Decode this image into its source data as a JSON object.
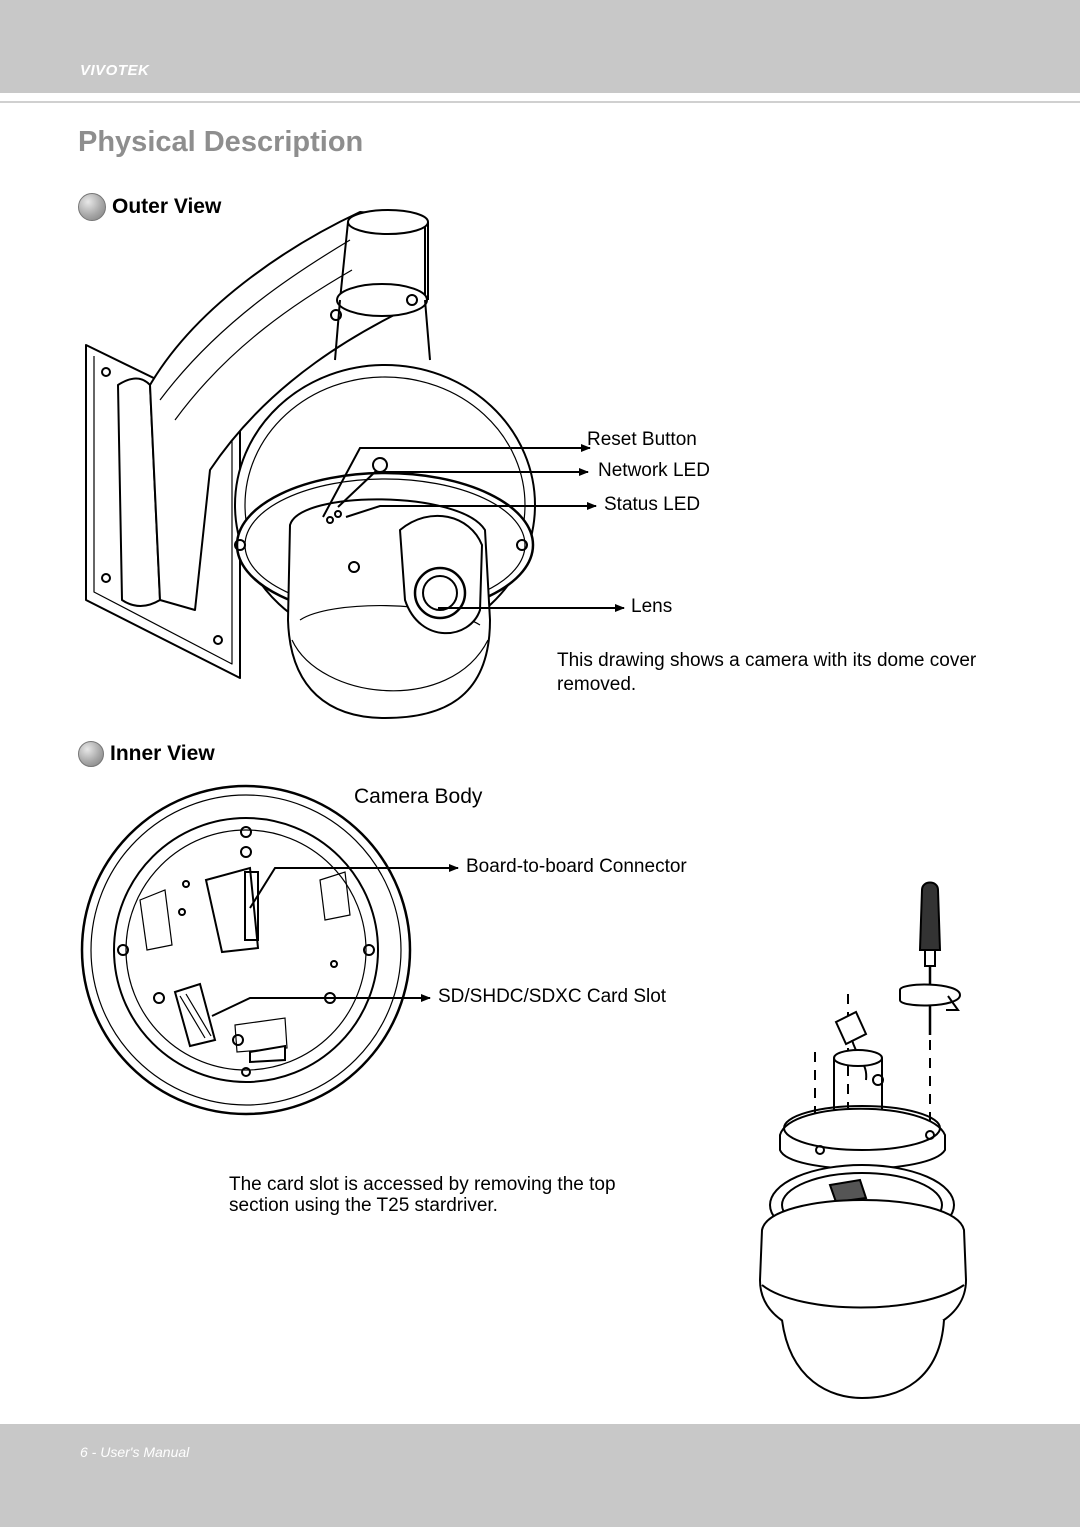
{
  "header": {
    "brand": "VIVOTEK"
  },
  "page_title": "Physical Description",
  "outer_view": {
    "heading": "Outer View",
    "callouts": {
      "reset_button": "Reset Button",
      "network_led": "Network LED",
      "status_led": "Status LED",
      "lens": "Lens"
    },
    "note": "This drawing shows a camera with its dome cover removed."
  },
  "inner_view": {
    "heading": "Inner View",
    "camera_body": "Camera Body",
    "callouts": {
      "connector": "Board-to-board Connector",
      "card_slot": "SD/SHDC/SDXC Card Slot"
    },
    "note": "The card slot is accessed by removing the top section using the T25 stardriver."
  },
  "footer": {
    "text": "6 - User's Manual"
  }
}
